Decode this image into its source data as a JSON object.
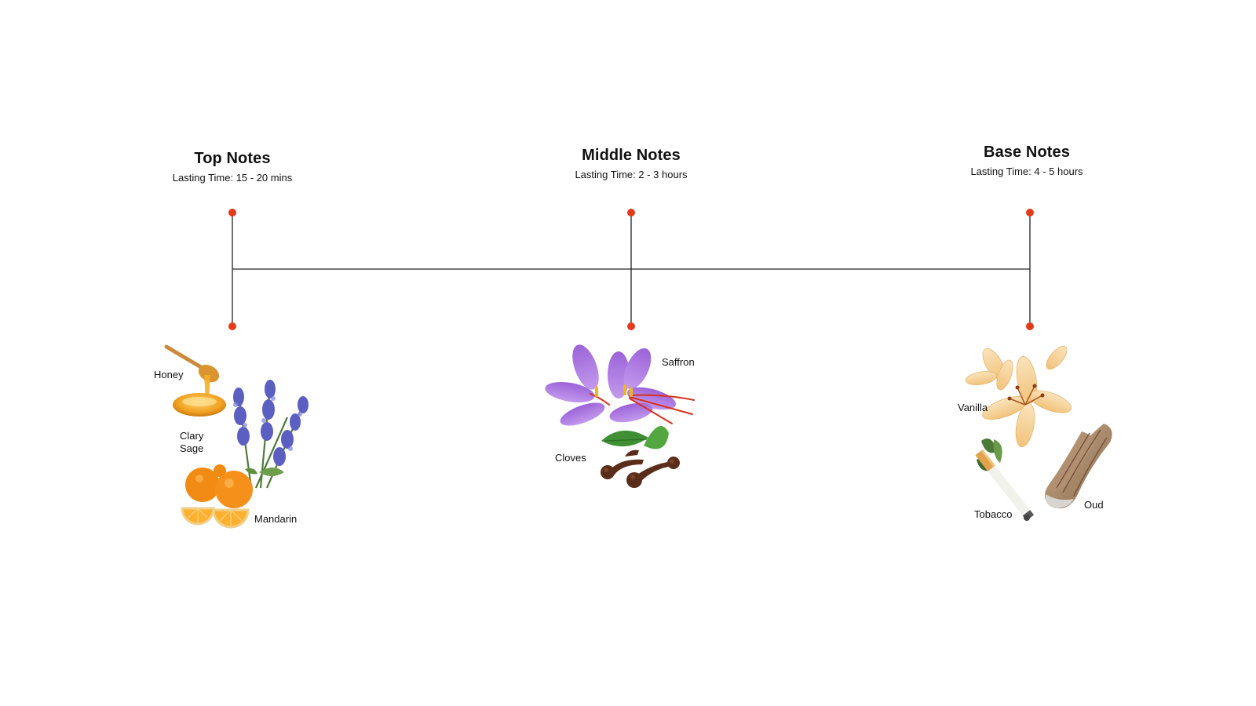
{
  "tiers": [
    {
      "title": "Top Notes",
      "lasting": "Lasting Time: 15 - 20 mins",
      "ingredients": [
        "Honey",
        "Clary\nSage",
        "Mandarin"
      ]
    },
    {
      "title": "Middle Notes",
      "lasting": "Lasting Time: 2 - 3 hours",
      "ingredients": [
        "Saffron",
        "Cloves"
      ]
    },
    {
      "title": "Base Notes",
      "lasting": "Lasting Time: 4 - 5 hours",
      "ingredients": [
        "Vanilla",
        "Tobacco",
        "Oud"
      ]
    }
  ],
  "colors": {
    "line": "#222222",
    "dot": "#e23b1a"
  },
  "icons": {
    "honey": "honey-dipper-icon",
    "clary_sage": "lavender-sprig-icon",
    "mandarin": "orange-slices-icon",
    "saffron": "crocus-flower-icon",
    "cloves": "clove-buds-icon",
    "vanilla": "lily-flower-icon",
    "tobacco": "cigarette-icon",
    "oud": "driftwood-icon"
  }
}
